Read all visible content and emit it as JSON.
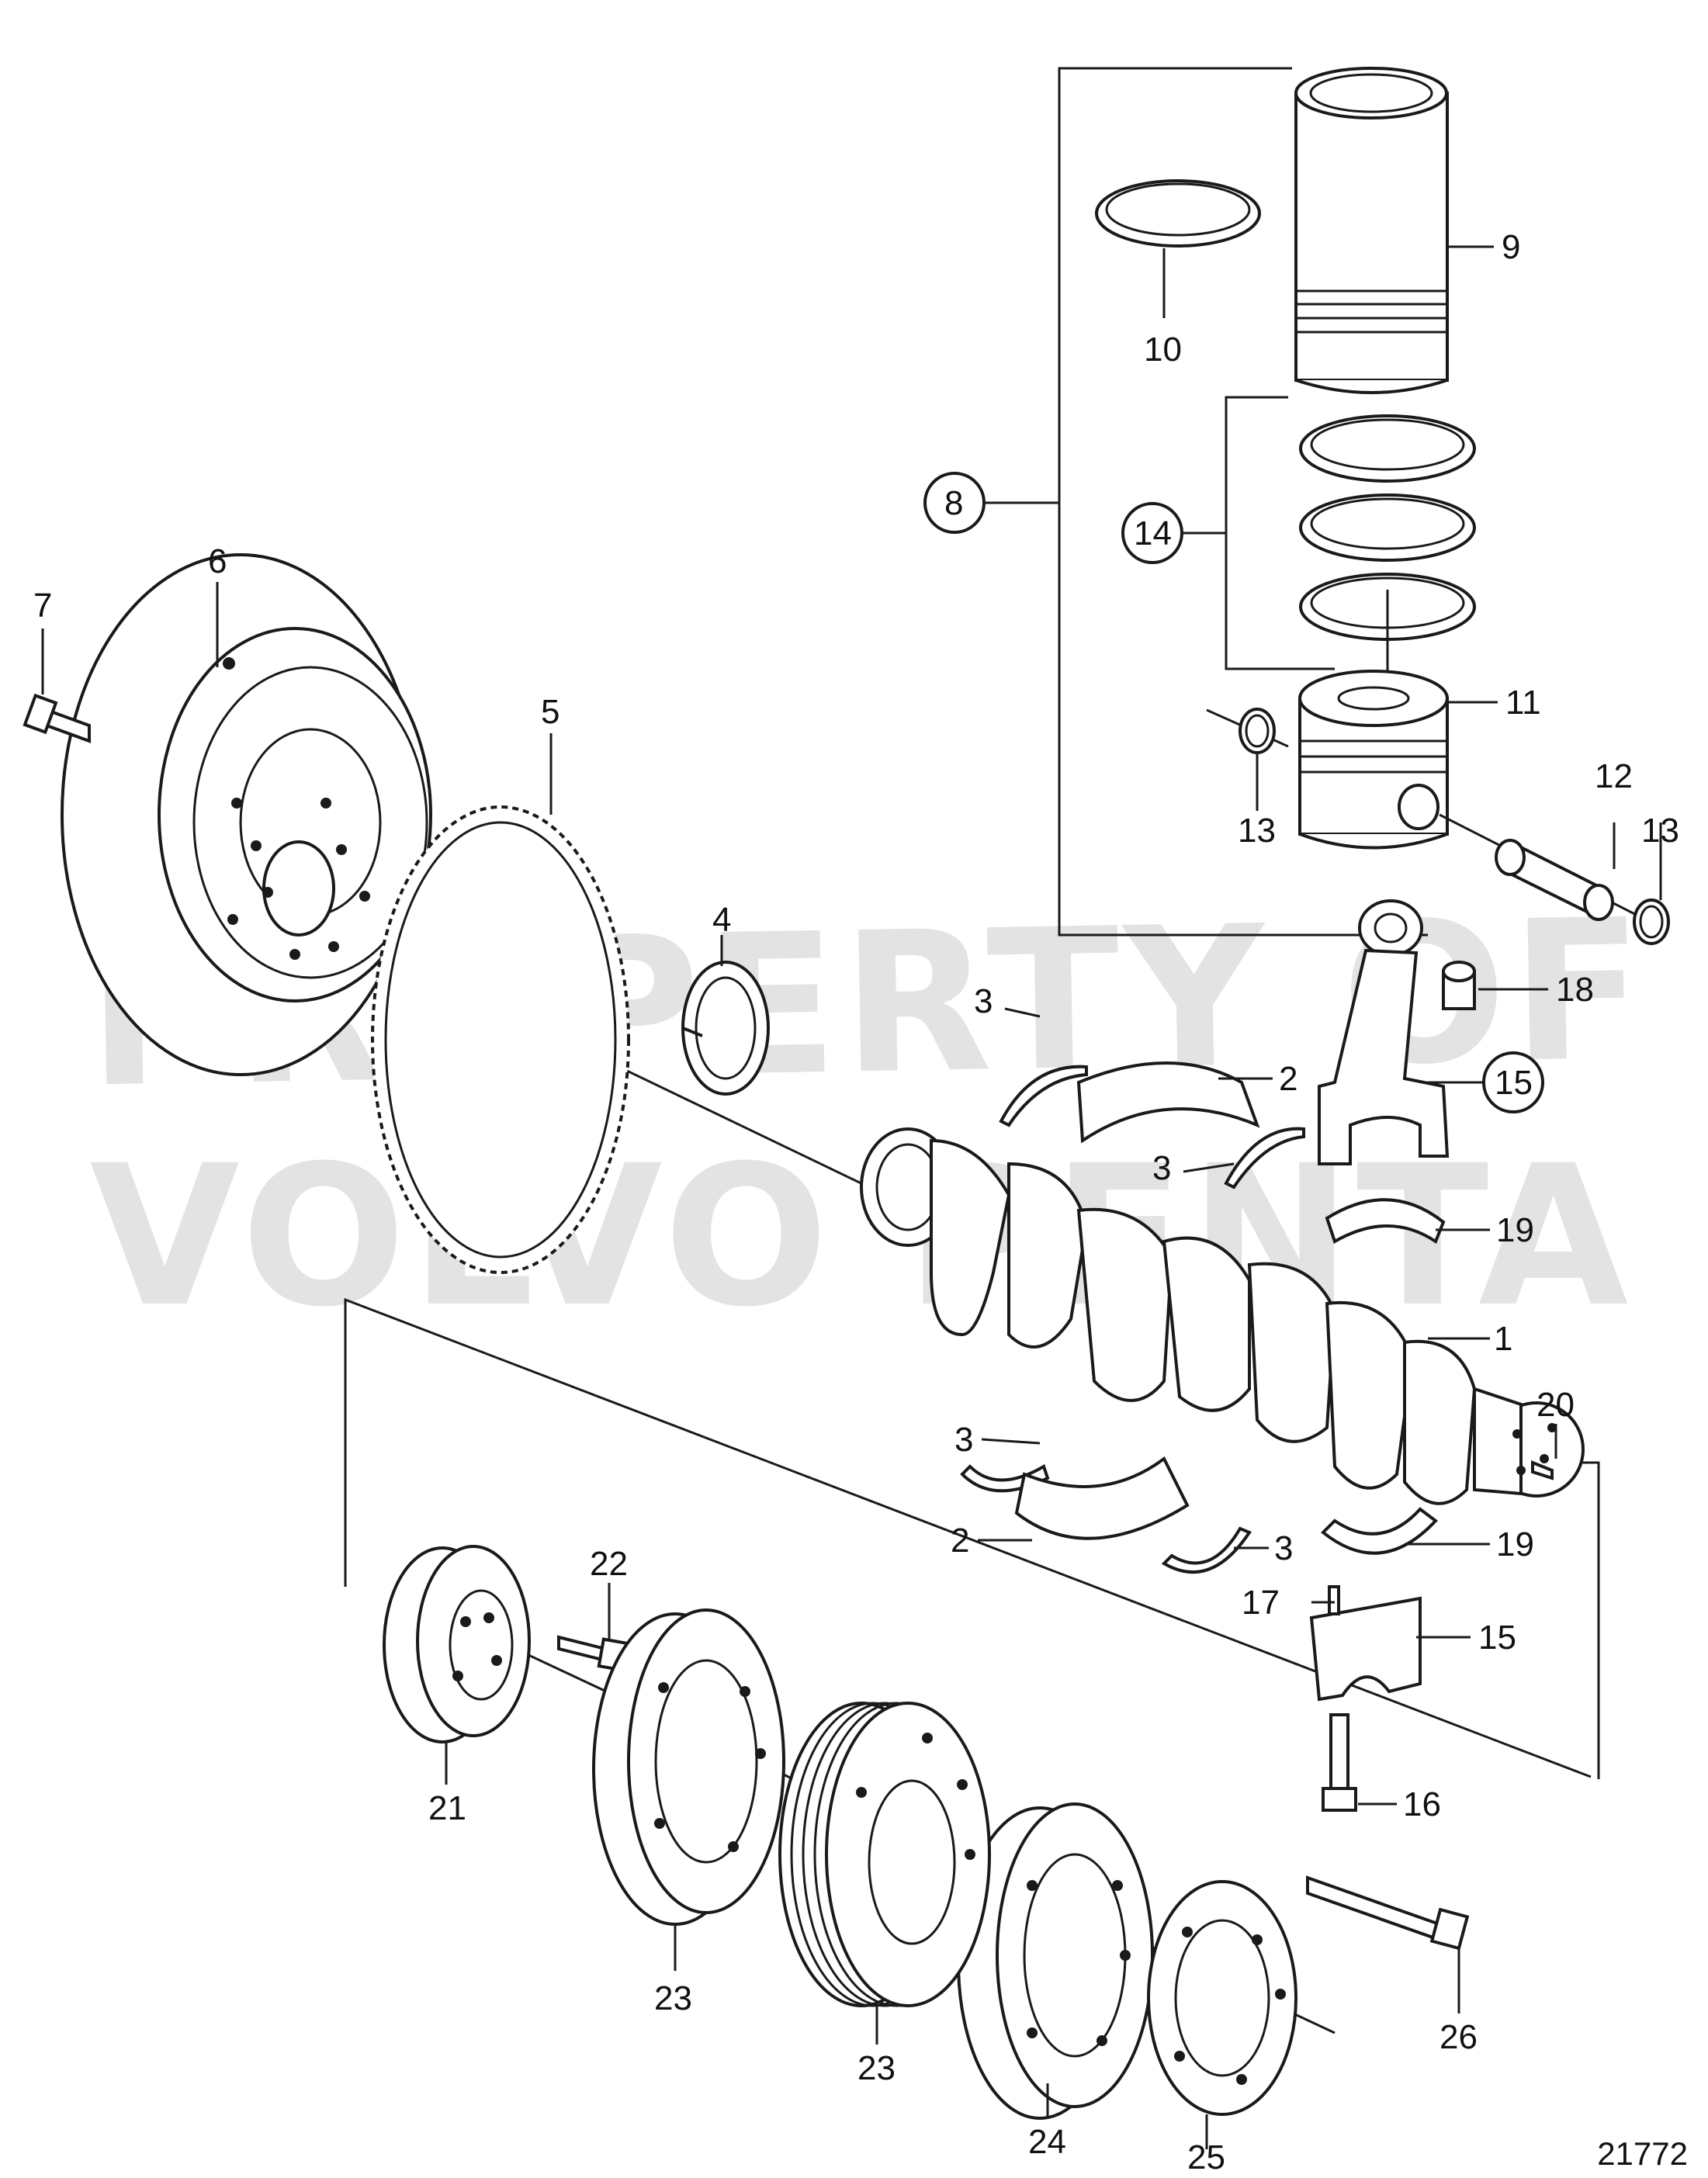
{
  "figure_number": "21772",
  "watermark": {
    "line1": "PROPERTY OF",
    "line2": "VOLVO PENTA"
  },
  "callouts": [
    {
      "id": "c1",
      "label": "1"
    },
    {
      "id": "c2a",
      "label": "2"
    },
    {
      "id": "c2b",
      "label": "2"
    },
    {
      "id": "c3a",
      "label": "3"
    },
    {
      "id": "c3b",
      "label": "3"
    },
    {
      "id": "c3c",
      "label": "3"
    },
    {
      "id": "c3d",
      "label": "3"
    },
    {
      "id": "c4",
      "label": "4"
    },
    {
      "id": "c5",
      "label": "5"
    },
    {
      "id": "c6",
      "label": "6"
    },
    {
      "id": "c7",
      "label": "7"
    },
    {
      "id": "c8",
      "label": "8",
      "circled": true
    },
    {
      "id": "c9",
      "label": "9"
    },
    {
      "id": "c10",
      "label": "10"
    },
    {
      "id": "c11",
      "label": "11"
    },
    {
      "id": "c12",
      "label": "12"
    },
    {
      "id": "c13a",
      "label": "13"
    },
    {
      "id": "c13b",
      "label": "13"
    },
    {
      "id": "c14",
      "label": "14",
      "circled": true
    },
    {
      "id": "c15a",
      "label": "15",
      "circled": true
    },
    {
      "id": "c15b",
      "label": "15"
    },
    {
      "id": "c16",
      "label": "16"
    },
    {
      "id": "c17",
      "label": "17"
    },
    {
      "id": "c18",
      "label": "18"
    },
    {
      "id": "c19a",
      "label": "19"
    },
    {
      "id": "c19b",
      "label": "19"
    },
    {
      "id": "c20",
      "label": "20"
    },
    {
      "id": "c21",
      "label": "21"
    },
    {
      "id": "c22",
      "label": "22"
    },
    {
      "id": "c23a",
      "label": "23"
    },
    {
      "id": "c23b",
      "label": "23"
    },
    {
      "id": "c24",
      "label": "24"
    },
    {
      "id": "c25",
      "label": "25"
    },
    {
      "id": "c26",
      "label": "26"
    }
  ]
}
